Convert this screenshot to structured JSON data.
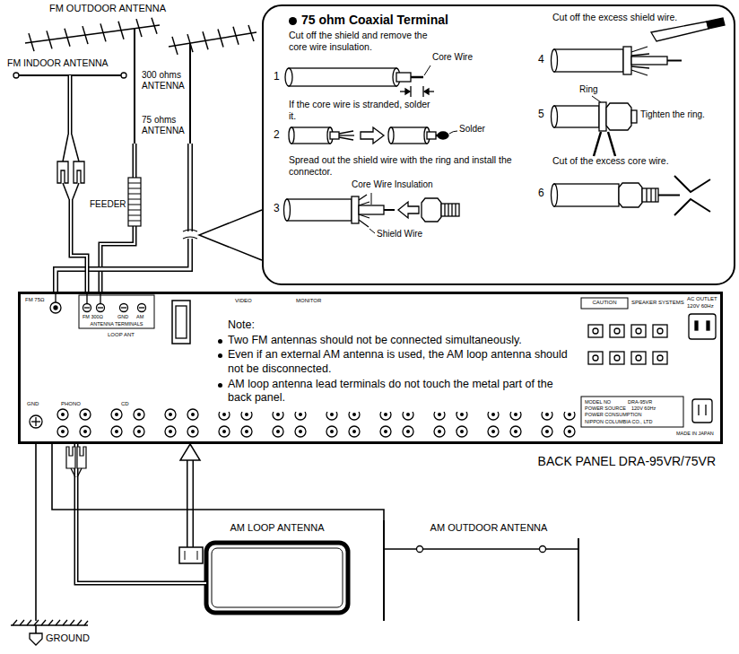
{
  "diagram": {
    "nodes": [
      {
        "text": [
          "FM OUTDOOR ANTENNA"
        ]
      },
      {
        "text": [
          "FM INDOOR ANTENNA"
        ]
      },
      {
        "text": [
          "75 ohm Coaxial Terminal",
          "Cut off the shield and remove the core wire insulation.",
          "If the core wire is stranded, solder it.",
          "Spread out the shield wire with the ring and install the connector.",
          "Cut off the excess shield wire.",
          "Cut of the excess core wire."
        ]
      },
      {
        "text": [
          "BACK PANEL DRA-95VR/75VR"
        ]
      },
      {
        "text": [
          "Note:",
          "Two FM antennas should not be connected simultaneously.",
          "Even if an external AM antenna is used, the AM loop antenna should not be disconnected.",
          "AM loop antenna lead terminals do not touch the metal part of the back panel."
        ],
        "in": 3
      },
      {
        "text": [
          "AM LOOP ANTENNA"
        ]
      },
      {
        "text": [
          "AM OUTDOOR ANTENNA"
        ]
      },
      {
        "text": [
          "GROUND"
        ]
      }
    ],
    "edges": [
      {
        "from": 0,
        "to": 3,
        "arrow": "none"
      },
      {
        "from": 0,
        "to": 3,
        "arrow": "none"
      },
      {
        "from": 1,
        "to": 3,
        "arrow": "none"
      },
      {
        "from": 5,
        "to": 3,
        "arrow": "none"
      },
      {
        "from": 5,
        "to": 3,
        "arrow": "to"
      },
      {
        "from": 6,
        "to": 3,
        "arrow": "none"
      },
      {
        "from": 7,
        "to": 3,
        "arrow": "none"
      }
    ],
    "labels": [
      "300 ohms ANTENNA",
      "75 ohms ANTENNA",
      "FEEDER",
      "1",
      "Core Wire",
      "2",
      "Solder",
      "3",
      "Core Wire Insulation",
      "Shield Wire",
      "4",
      "Ring",
      "5",
      "Tighten the ring.",
      "6",
      "FM 75Ω",
      "ANTENNA TERMINALS",
      "FM 300Ω",
      "GND",
      "AM",
      "LOOP ANT",
      "VIDEO",
      "MONITOR",
      "CAUTION",
      "SPEAKER SYSTEMS",
      "AC OUTLET",
      "120V 60Hz",
      "GND",
      "PHONO",
      "CD",
      "MODEL NO",
      "DRA-95VR",
      "POWER SOURCE",
      "120V 60Hz",
      "POWER CONSUMPTION",
      "NIPPON COLUMBIA CO., LTD",
      "MADE IN JAPAN"
    ]
  }
}
